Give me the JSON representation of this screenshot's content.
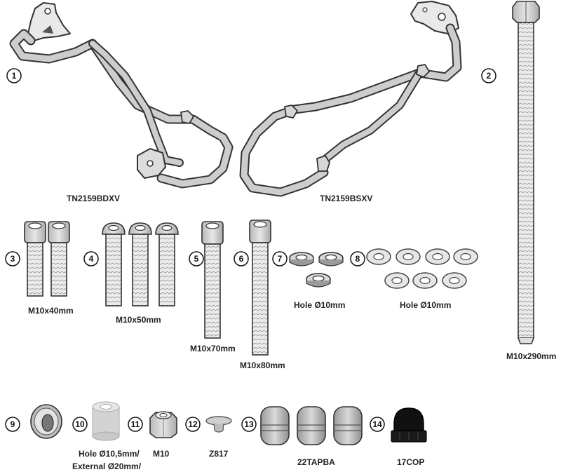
{
  "parts": [
    {
      "number": "1",
      "label": "TN2159BDXV"
    },
    {
      "number": "",
      "label": "TN2159BSXV"
    },
    {
      "number": "2",
      "label": "M10x290mm"
    },
    {
      "number": "3",
      "label": "M10x40mm"
    },
    {
      "number": "4",
      "label": "M10x50mm"
    },
    {
      "number": "5",
      "label": "M10x70mm"
    },
    {
      "number": "6",
      "label": "M10x80mm"
    },
    {
      "number": "7",
      "label": "Hole Ø10mm"
    },
    {
      "number": "8",
      "label": "Hole Ø10mm"
    },
    {
      "number": "9",
      "label": ""
    },
    {
      "number": "10",
      "label": "Hole Ø10,5mm/",
      "label2": "External Ø20mm/"
    },
    {
      "number": "11",
      "label": "M10"
    },
    {
      "number": "12",
      "label": "Z817"
    },
    {
      "number": "13",
      "label": "22TAPBA"
    },
    {
      "number": "14",
      "label": "17COP"
    }
  ]
}
